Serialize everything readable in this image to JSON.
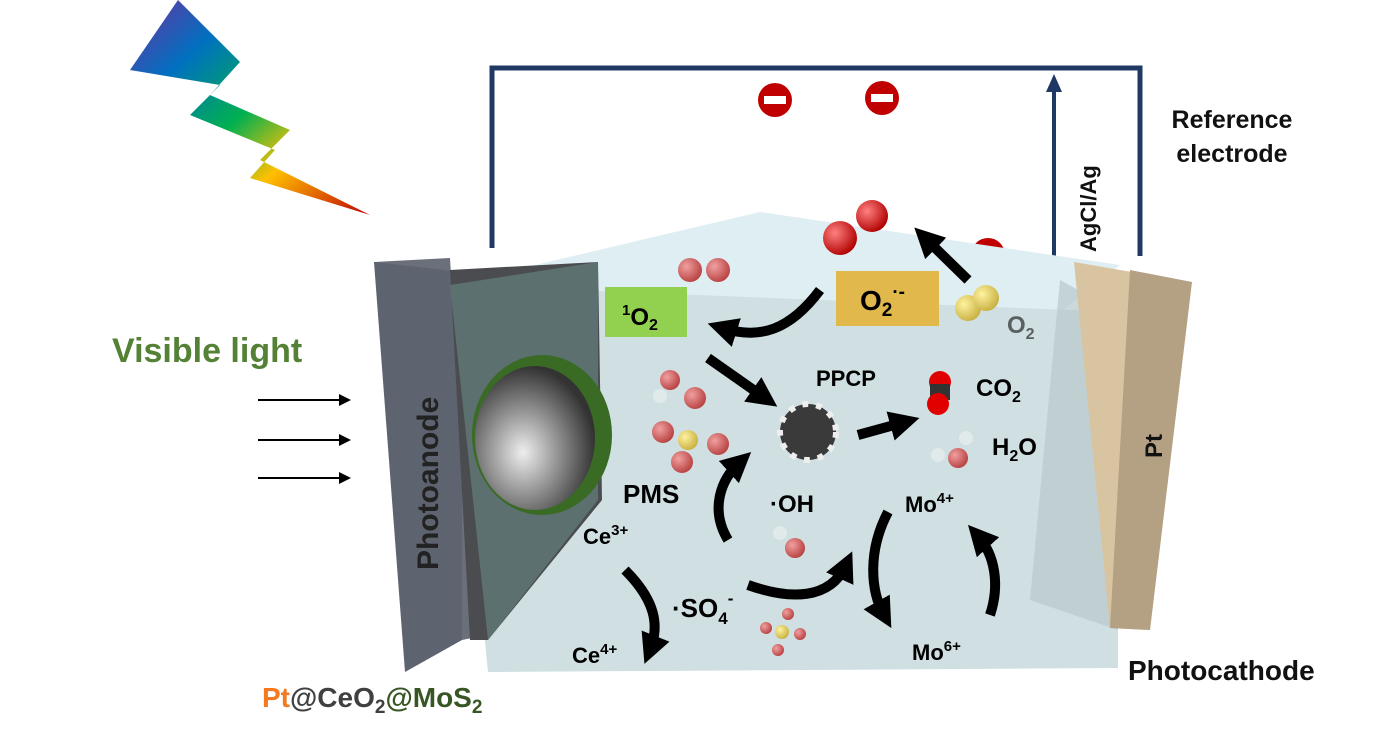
{
  "light": {
    "label": "Visible light"
  },
  "photoanode": {
    "label": "Photoanode"
  },
  "catalyst": {
    "pt": "Pt",
    "ceo": "@CeO",
    "ceo_sub": "2",
    "mos": "@MoS",
    "mos_sub": "2"
  },
  "reference": {
    "line1": "Reference",
    "line2": "electrode",
    "electrode_label": "AgCl/Ag"
  },
  "cathode": {
    "label": "Photocathode",
    "plate_label": "Pt"
  },
  "species": {
    "singlet_o2": {
      "sup": "1",
      "main": "O",
      "sub": "2"
    },
    "superoxide": {
      "main": "O",
      "sub": "2",
      "sup": "·-"
    },
    "o2": {
      "main": "O",
      "sub": "2"
    },
    "ppcp": "PPCP",
    "co2": {
      "main": "CO",
      "sub": "2"
    },
    "h2o": {
      "h": "H",
      "sub": "2",
      "o": "O"
    },
    "pms": "PMS",
    "oh": "·OH",
    "mo4": {
      "main": "Mo",
      "sup": "4+"
    },
    "mo6": {
      "main": "Mo",
      "sup": "6+"
    },
    "ce3": {
      "main": "Ce",
      "sup": "3+"
    },
    "ce4": {
      "main": "Ce",
      "sup": "4+"
    },
    "so4": {
      "main": "·SO",
      "sub": "4",
      "sup": "-"
    }
  },
  "colors": {
    "circuit": "#1f3864",
    "light_label": "#538135",
    "pt": "#f47920",
    "ceo2": "#404040",
    "mos2": "#375623",
    "singlet_box": "#92d050",
    "superoxide_box": "#e0b84c"
  }
}
